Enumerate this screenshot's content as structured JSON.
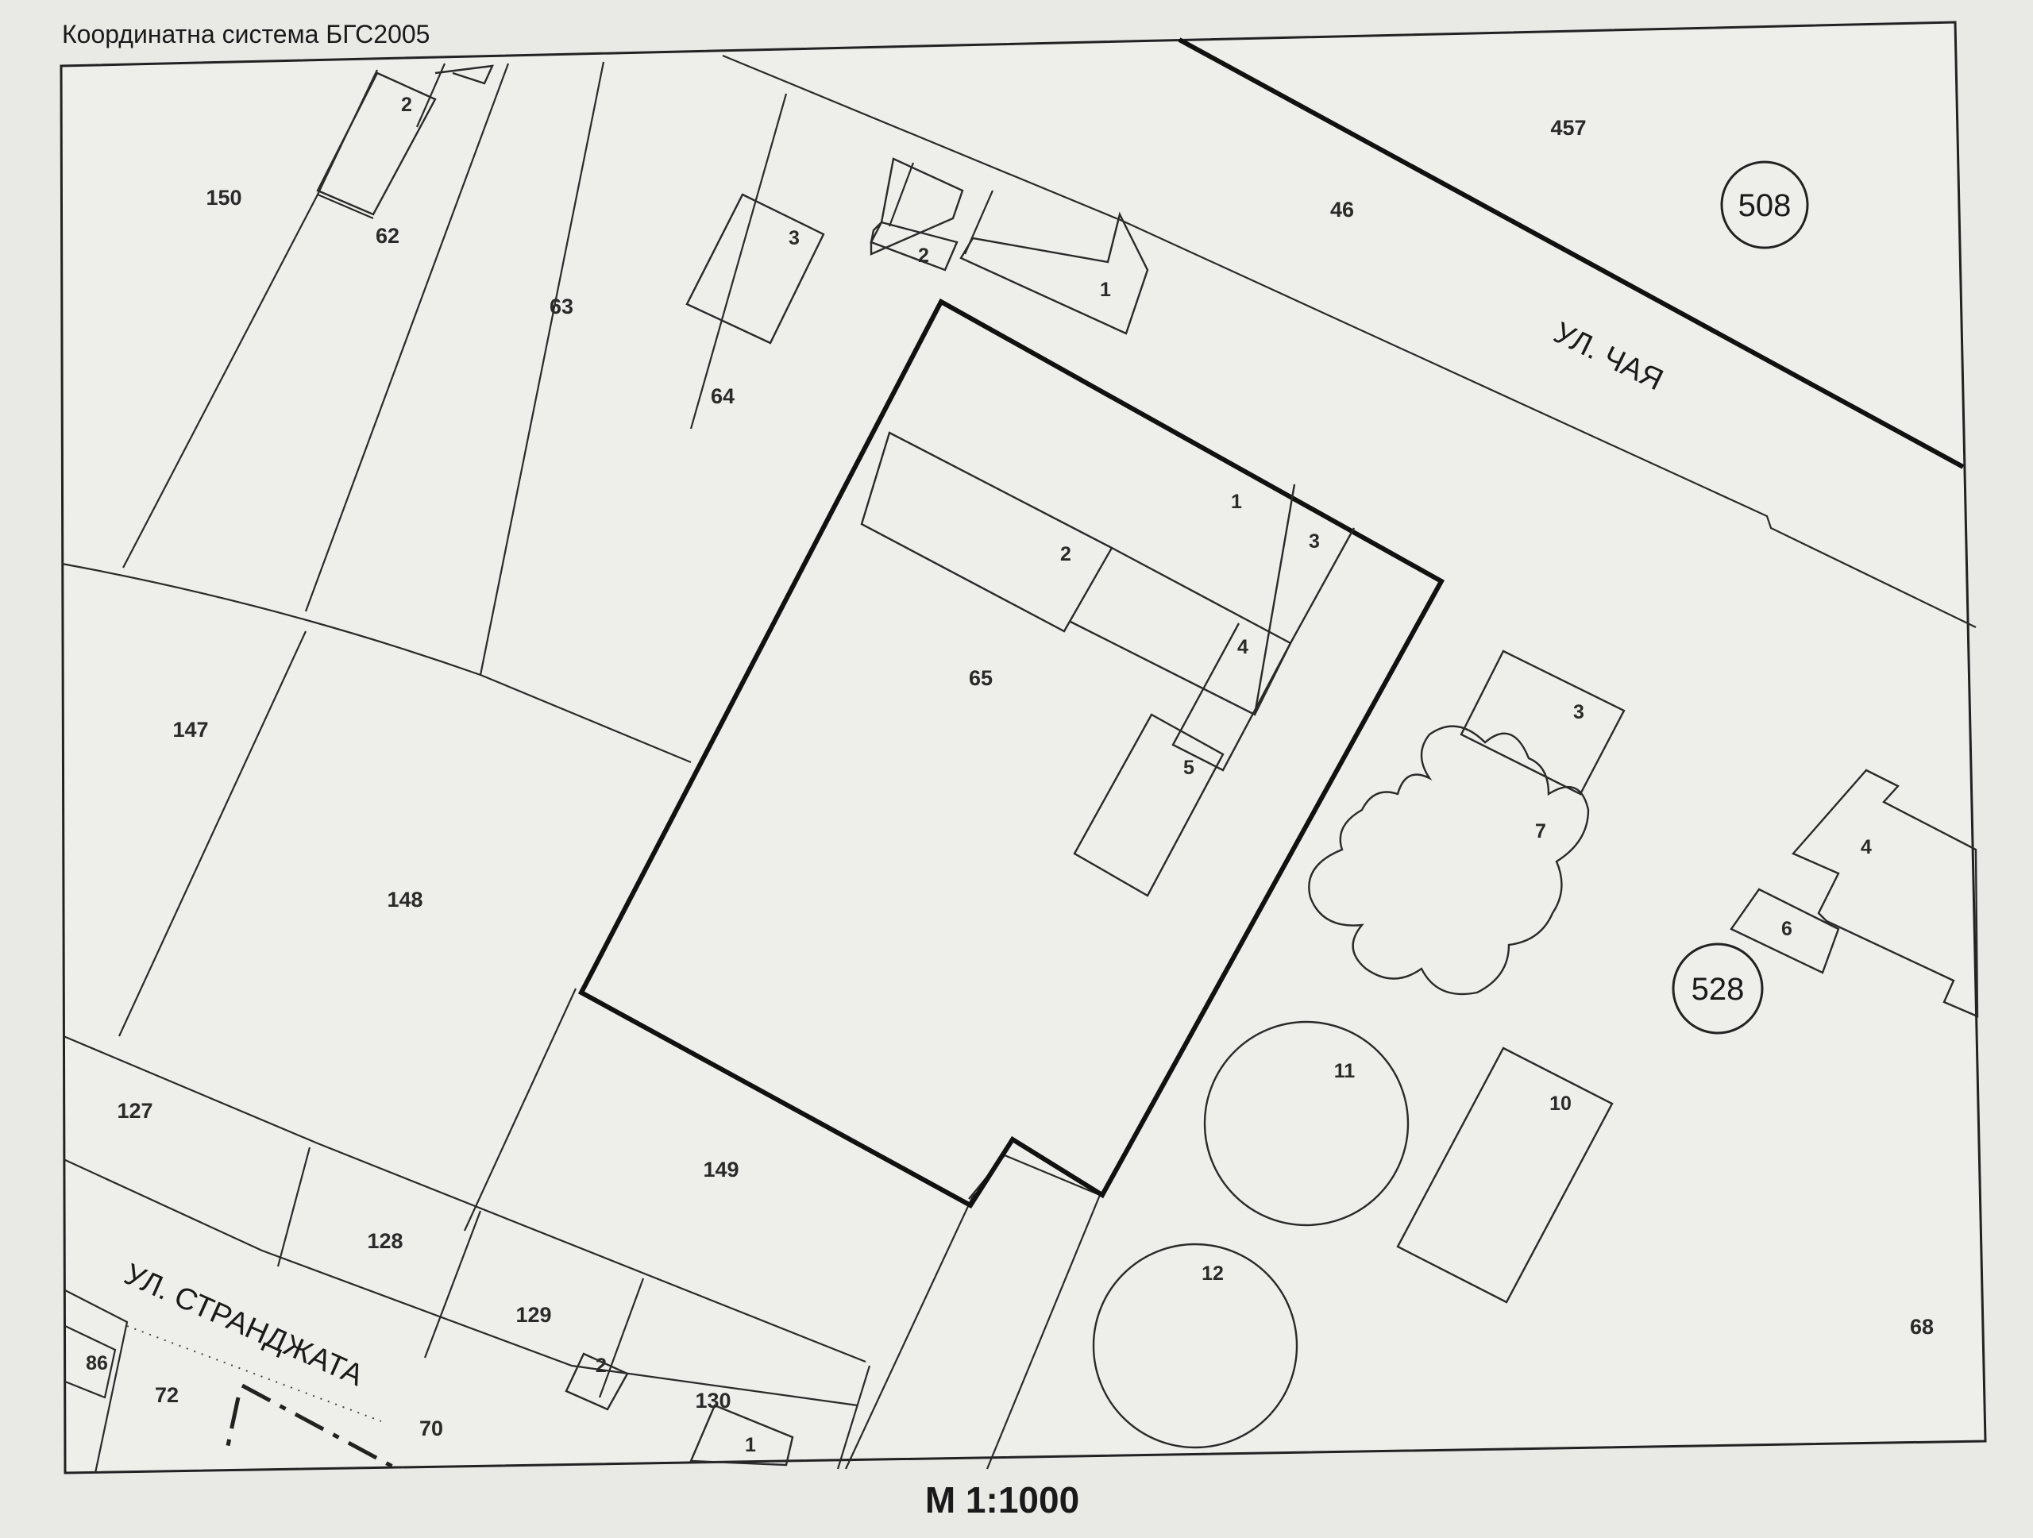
{
  "header": {
    "coordinate_system": "Координатна система БГС2005"
  },
  "scale": "М 1:1000",
  "streets": {
    "chaya": "УЛ. ЧАЯ",
    "strandzhata": "УЛ. СТРАНДЖАТА"
  },
  "circled_numbers": {
    "c508": "508",
    "c528": "528"
  },
  "parcels": {
    "p457": "457",
    "p46": "46",
    "p150": "150",
    "p62": "62",
    "p63": "63",
    "p64": "64",
    "p65": "65",
    "p147": "147",
    "p148": "148",
    "p149": "149",
    "p127": "127",
    "p128": "128",
    "p129": "129",
    "p130": "130",
    "p72": "72",
    "p70": "70",
    "p68": "68",
    "p86": "86"
  },
  "buildings": {
    "b62_2": "2",
    "b64_3": "3",
    "b_2_top": "2",
    "b_1_top": "1",
    "b65_1": "1",
    "b65_2": "2",
    "b65_3": "3",
    "b65_4": "4",
    "b65_5": "5",
    "b68_3": "3",
    "b68_7": "7",
    "b68_4": "4",
    "b68_6": "6",
    "b68_10": "10",
    "b68_11": "11",
    "b68_12": "12",
    "b129_2": "2",
    "b130_1": "1"
  }
}
